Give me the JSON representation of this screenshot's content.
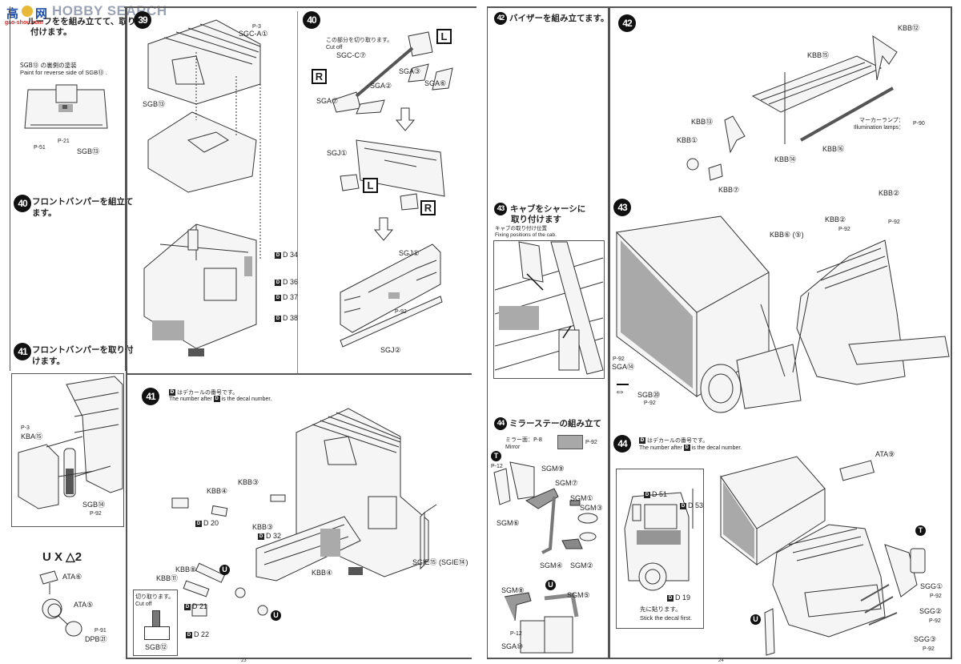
{
  "watermark": {
    "brand": "HOBBY SEARCH",
    "logo_left": "高",
    "logo_right": "网",
    "url": "gao-shou.com"
  },
  "page23": {
    "page_number": "23",
    "left_column": {
      "step38_text_line1": "ルーフをを組み立てて、取り",
      "step38_text_line2": "付けます。",
      "paint_note_jp": "SGB⑬ の裏側の塗装",
      "paint_note_en": "Paint for reverse side of SGB⑬ .",
      "paint_callouts": [
        "P-51",
        "P-21"
      ],
      "part_label": "SGB⑬",
      "step40": {
        "number": "40",
        "text_line1": "フロントバンパーを組立て",
        "text_line2": "ます。"
      },
      "step41": {
        "number": "41",
        "text_line1": "フロントバンパーを取り付",
        "text_line2": "けます。"
      },
      "bumper_box_labels": [
        "P-3",
        "KBA⑮",
        "SGB⑭",
        "P-92"
      ],
      "antenna_labels": {
        "marks": "U X △2",
        "parts": [
          "ATA⑥",
          "ATA⑤",
          "P-91",
          "DPB㉑"
        ]
      }
    },
    "step39": {
      "number": "39",
      "labels": [
        "P-3",
        "SGC-A①",
        "SGB⑬"
      ],
      "decals": [
        "D 34",
        "D 36",
        "D 37",
        "D 38"
      ]
    },
    "step40": {
      "number": "40",
      "cut_note_jp": "この部分を切り取ります。",
      "cut_note_en": "Cut off",
      "labels": [
        "SGC-C⑦",
        "SGA③",
        "SGA⑥",
        "SGA②",
        "SGA⑦",
        "SGJ①",
        "SGJ①",
        "SGJ②",
        "P-92"
      ],
      "side_marks": [
        "L",
        "R",
        "L",
        "R"
      ]
    },
    "step41": {
      "number": "41",
      "decal_note_jp": "はデカールの番号です。",
      "decal_note_en_pre": "The number after",
      "decal_note_en_post": "is the decal number.",
      "labels": [
        "KBB④",
        "KBB③",
        "KBB③",
        "KBB④",
        "KBB⑧",
        "KBB⑪",
        "SGIE⑮ (SGIE⑭)"
      ],
      "decals": [
        "D 20",
        "D 32",
        "D 21",
        "D 22"
      ],
      "cutoff_box": {
        "jp": "切り取ります。",
        "en": "Cut off",
        "part": "SGB⑫"
      },
      "u_marks": [
        "U",
        "U"
      ]
    }
  },
  "page24": {
    "page_number": "24",
    "left_column": {
      "step42": {
        "number": "42",
        "text": "バイザーを組み立てます。"
      },
      "step43": {
        "number": "43",
        "text_line1": "キャブをシャーシに",
        "text_line2": "取り付けます",
        "sub_jp": "キャブの取り付け位置",
        "sub_en": "Fixing positions of the cab."
      },
      "step44": {
        "number": "44",
        "text": "ミラーステーの組み立て",
        "mirror_note_jp": "ミラー面：P-8",
        "mirror_note_en": "Mirror",
        "mirror_paint": "P-92",
        "t_labels": [
          "P-12",
          "SGM⑨",
          "SGM⑦",
          "SGM①",
          "SGM③",
          "SGM⑥",
          "SGM④",
          "SGM②"
        ],
        "u_labels": [
          "SGM⑧",
          "SGM⑤",
          "P-12",
          "SGA⑩"
        ]
      }
    },
    "step42": {
      "number": "42",
      "labels": [
        "KBB⑫",
        "KBB⑮",
        "KBB⑬",
        "KBB①",
        "KBB⑦",
        "KBB⑭",
        "KBB⑯"
      ],
      "marker_lamp_jp": "マーカーランプ：",
      "marker_lamp_en": "Illumination lamps：",
      "marker_lamp_paint": "P-90"
    },
    "step43": {
      "number": "43",
      "labels": [
        "KBB②",
        "KBB②",
        "P-92",
        "P-92",
        "KBB⑥ (⑤)",
        "P-92",
        "SGA⑭",
        "SGB⑳",
        "P-92"
      ]
    },
    "step44": {
      "number": "44",
      "decal_note_jp": "はデカールの番号です。",
      "decal_note_en_pre": "The number after",
      "decal_note_en_post": "is the decal number.",
      "inset": {
        "decals": [
          "D 51",
          "D 53",
          "D 19"
        ],
        "jp": "先に貼ります。",
        "en": "Stick the decal first."
      },
      "labels": [
        "ATA⑨",
        "SGG①",
        "P-92",
        "SGG②",
        "P-92",
        "SGG③",
        "P-92"
      ],
      "marks": [
        "T",
        "U"
      ]
    }
  }
}
